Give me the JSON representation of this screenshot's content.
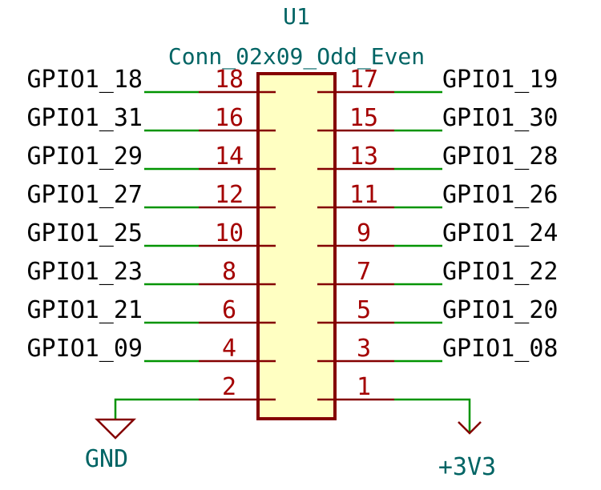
{
  "colors": {
    "body_fill": "#ffffc2",
    "body_stroke": "#840000",
    "wire": "#009400",
    "pin": "#840000",
    "pin_number": "#a40000",
    "net_label": "#000000",
    "reference": "#006464",
    "power": "#840000"
  },
  "component": {
    "reference": "U1",
    "value": "Conn_02x09_Odd_Even"
  },
  "pins": {
    "left": [
      {
        "number": "18",
        "net": "GPIO1_18"
      },
      {
        "number": "16",
        "net": "GPIO1_31"
      },
      {
        "number": "14",
        "net": "GPIO1_29"
      },
      {
        "number": "12",
        "net": "GPIO1_27"
      },
      {
        "number": "10",
        "net": "GPIO1_25"
      },
      {
        "number": "8",
        "net": "GPIO1_23"
      },
      {
        "number": "6",
        "net": "GPIO1_21"
      },
      {
        "number": "4",
        "net": "GPIO1_09"
      },
      {
        "number": "2",
        "net": ""
      }
    ],
    "right": [
      {
        "number": "17",
        "net": "GPIO1_19"
      },
      {
        "number": "15",
        "net": "GPIO1_30"
      },
      {
        "number": "13",
        "net": "GPIO1_28"
      },
      {
        "number": "11",
        "net": "GPIO1_26"
      },
      {
        "number": "9",
        "net": "GPIO1_24"
      },
      {
        "number": "7",
        "net": "GPIO1_22"
      },
      {
        "number": "5",
        "net": "GPIO1_20"
      },
      {
        "number": "3",
        "net": "GPIO1_08"
      },
      {
        "number": "1",
        "net": ""
      }
    ]
  },
  "power": {
    "gnd_label": "GND",
    "vcc_label": "+3V3"
  }
}
